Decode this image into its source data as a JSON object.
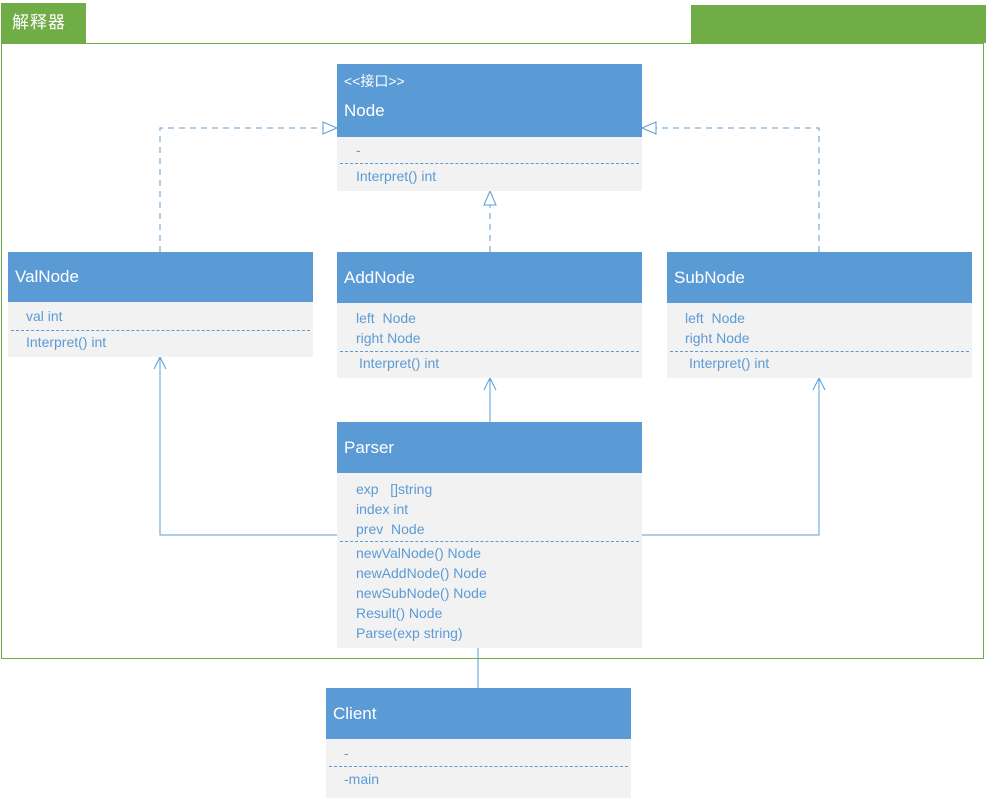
{
  "frame": {
    "title": "解释器"
  },
  "classes": {
    "node": {
      "stereotype": "<<接口>>",
      "name": "Node",
      "fields": [
        "-"
      ],
      "methods": [
        "Interpret() int"
      ]
    },
    "valnode": {
      "name": "ValNode",
      "fields": [
        "val int"
      ],
      "methods": [
        "Interpret() int"
      ]
    },
    "addnode": {
      "name": "AddNode",
      "fields": [
        "left  Node",
        "right Node"
      ],
      "methods": [
        "Interpret() int"
      ]
    },
    "subnode": {
      "name": "SubNode",
      "fields": [
        "left  Node",
        "right Node"
      ],
      "methods": [
        "Interpret() int"
      ]
    },
    "parser": {
      "name": "Parser",
      "fields": [
        "exp   []string",
        "index int",
        "prev  Node"
      ],
      "methods": [
        "newValNode() Node",
        "newAddNode() Node",
        "newSubNode() Node",
        "Result() Node",
        "Parse(exp string)"
      ]
    },
    "client": {
      "name": "Client",
      "fields": [
        "-"
      ],
      "methods": [
        "-main"
      ]
    }
  },
  "colors": {
    "frame_green": "#70ad47",
    "class_header_blue": "#5b9bd5",
    "class_body_gray": "#f2f2f2"
  }
}
